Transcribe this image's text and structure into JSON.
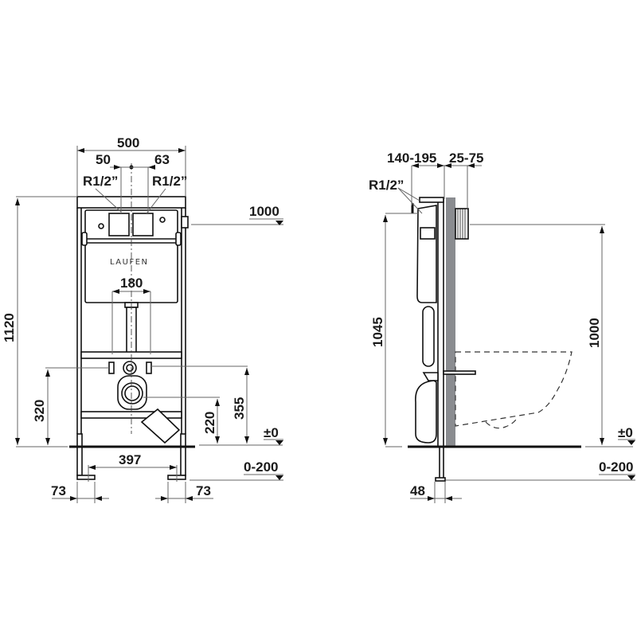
{
  "drawing": {
    "brand_label": "LAUFEN",
    "front_view": {
      "overall_width": "500",
      "left_offset": "50",
      "right_offset": "63",
      "left_connection": "R1/2”",
      "right_connection": "R1/2”",
      "tank_outlet_width": "180",
      "total_height": "1120",
      "bolt_height": "320",
      "drain_center_height": "220",
      "supply_height": "355",
      "level_top": "1000",
      "level_zero": "±0",
      "level_floor": "0-200",
      "foot_spacing": "397",
      "left_foot_width": "73",
      "right_foot_width": "73"
    },
    "side_view": {
      "depth_range": "140-195",
      "wall_range": "25-75",
      "connection": "R1/2”",
      "frame_height": "1045",
      "actuator_height": "1000",
      "level_zero": "±0",
      "level_floor": "0-200",
      "foot_depth": "48"
    },
    "colors": {
      "line": "#111111",
      "dimension_line": "#666666",
      "wall_fill": "#8a8c90"
    }
  }
}
